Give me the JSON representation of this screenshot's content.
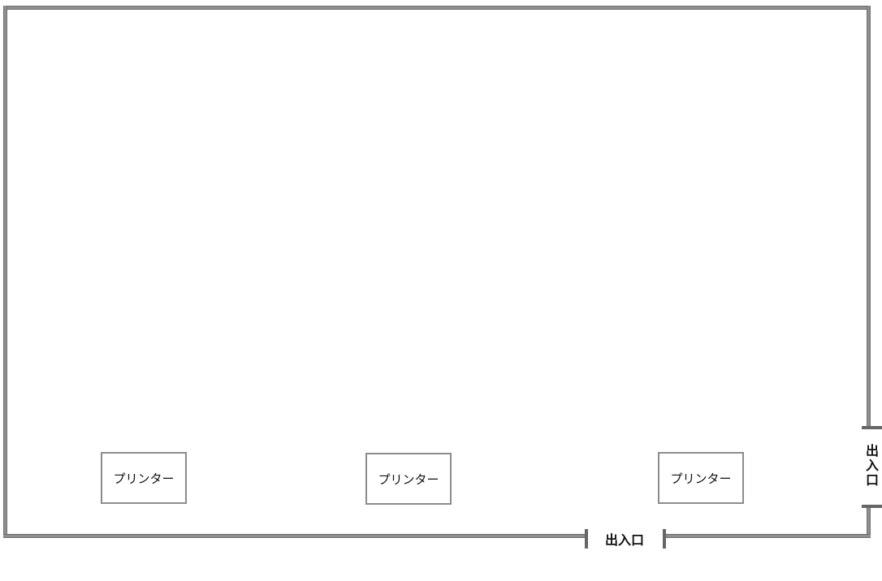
{
  "floor_plan": {
    "printers": [
      {
        "label": "プリンター"
      },
      {
        "label": "プリンター"
      },
      {
        "label": "プリンター"
      }
    ],
    "entrances": {
      "bottom": {
        "label": "出入口"
      },
      "right": {
        "label": "出入口"
      }
    },
    "colors": {
      "wall": "#8f8f8f",
      "door_jamb": "#666666",
      "printer_border": "#8c8c8c"
    }
  }
}
